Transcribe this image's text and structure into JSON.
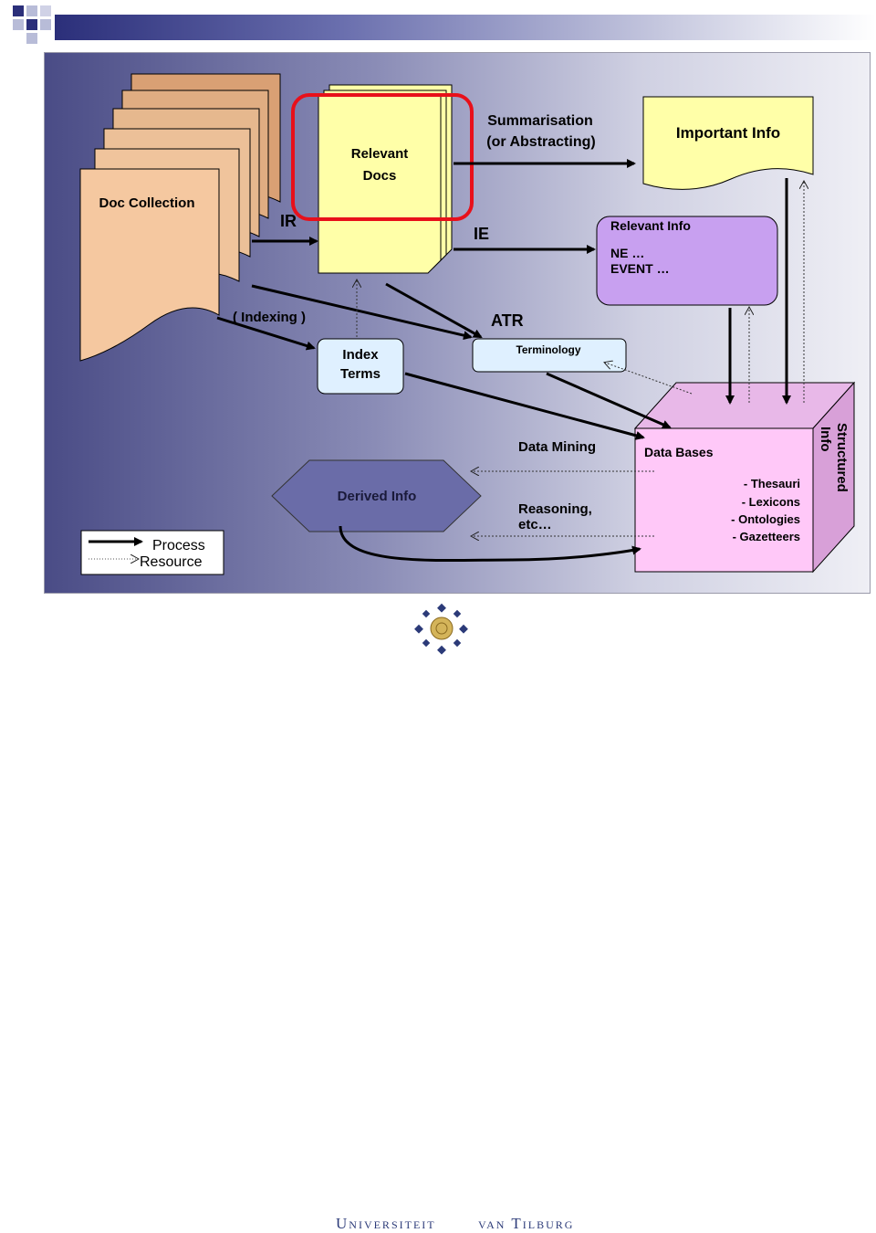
{
  "diagram": {
    "doc_collection": "Doc Collection",
    "relevant_docs_line1": "Relevant",
    "relevant_docs_line2": "Docs",
    "important_info": "Important Info",
    "relevant_info_title": "Relevant Info",
    "relevant_info_ne": "NE …",
    "relevant_info_event": "EVENT …",
    "summarisation_line1": "Summarisation",
    "summarisation_line2": "(or Abstracting)",
    "ir": "IR",
    "ie": "IE",
    "atr": "ATR",
    "indexing": "( Indexing )",
    "index_terms_line1": "Index",
    "index_terms_line2": "Terms",
    "terminology": "Terminology",
    "data_mining": "Data Mining",
    "reasoning_line1": "Reasoning,",
    "reasoning_line2": "etc…",
    "derived_info": "Derived Info",
    "data_bases": "Data Bases",
    "db_items": [
      "- Thesauri",
      "- Lexicons",
      "- Ontologies",
      "- Gazetteers"
    ],
    "structured_line1": "Structured",
    "structured_line2": "Info"
  },
  "legend": {
    "process": "Process",
    "resource": "Resource"
  },
  "footer": {
    "left": "Universiteit",
    "right": "van Tilburg"
  },
  "colors": {
    "doc_fill": "#f5c8a0",
    "doc_back": "#d9a074",
    "note_fill": "#ffffa8",
    "relevant_info_fill": "#c8a0f0",
    "index_fill": "#dff0ff",
    "db_front": "#ffc8f8",
    "db_side": "#d8a0d8",
    "derived_fill": "#6a6ca8",
    "highlight": "#e8101a"
  }
}
